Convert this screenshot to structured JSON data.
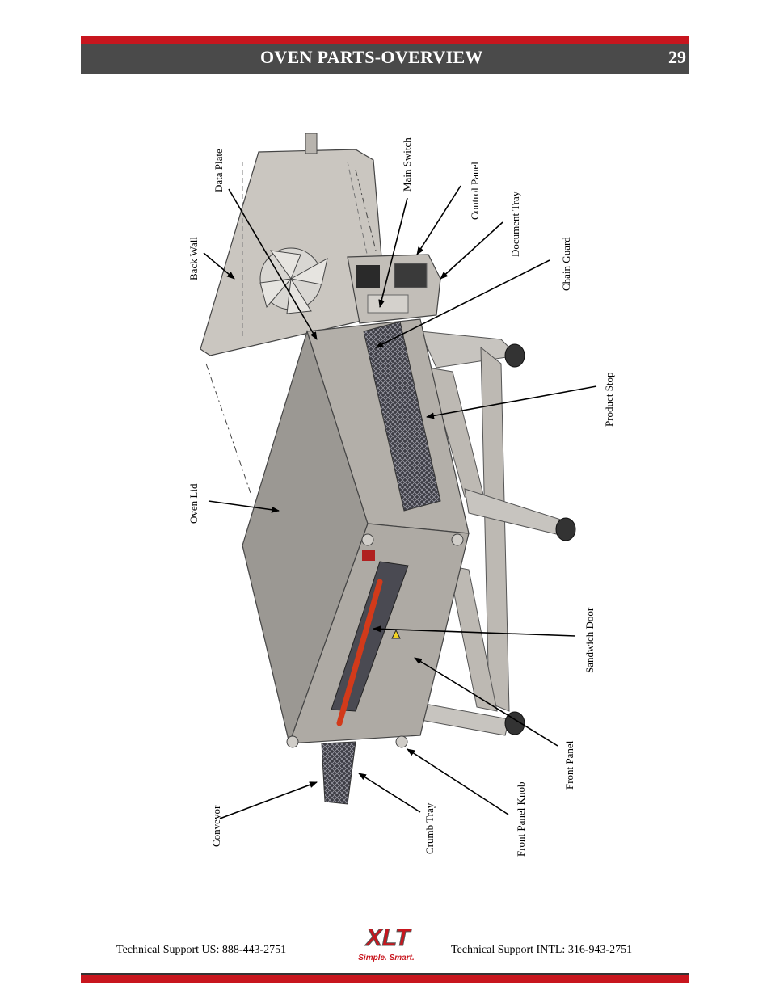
{
  "header": {
    "title": "OVEN PARTS-OVERVIEW",
    "page_number": "29"
  },
  "labels": {
    "back_wall": "Back Wall",
    "data_plate": "Data Plate",
    "main_switch": "Main Switch",
    "control_panel": "Control Panel",
    "document_tray": "Document Tray",
    "chain_guard": "Chain Guard",
    "product_stop": "Product Stop",
    "oven_lid": "Oven Lid",
    "sandwich_door": "Sandwich Door",
    "front_panel": "Front Panel",
    "front_panel_knob": "Front Panel Knob",
    "crumb_tray": "Crumb Tray",
    "conveyor": "Conveyor"
  },
  "footer": {
    "support_us": "Technical Support  US:  888-443-2751",
    "support_intl": "Technical Support  INTL:  316-943-2751",
    "logo_text": "XLT",
    "logo_tagline": "Simple. Smart."
  },
  "colors": {
    "brand_red": "#c8161e",
    "header_grey": "#4a4a4a",
    "oven_grey": "#a09c96"
  }
}
